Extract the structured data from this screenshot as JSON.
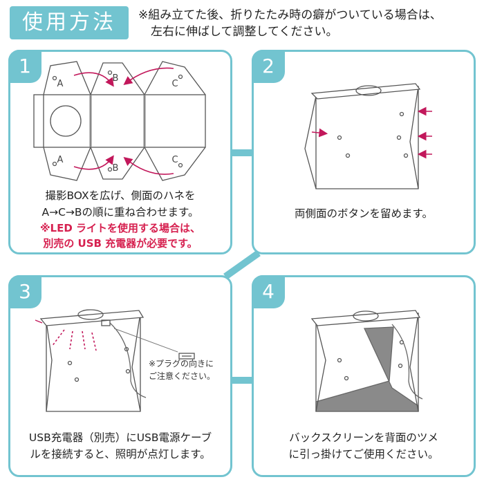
{
  "header": {
    "title": "使用方法",
    "note_line1": "※組み立てた後、折りたたみ時の癖がついている場合は、",
    "note_line2": "左右に伸ばして調整してください。"
  },
  "steps": [
    {
      "number": "1",
      "caption_line1": "撮影BOXを広げ、側面のハネを",
      "caption_line2": "A→C→Bの順に重ね合わせます。",
      "warning_line1": "※LED ライトを使用する場合は、",
      "warning_line2": "別売の USB 充電器が必要です。",
      "flap_labels": [
        "A",
        "B",
        "C",
        "A",
        "B",
        "C"
      ]
    },
    {
      "number": "2",
      "caption_line1": "両側面のボタンを留めます。"
    },
    {
      "number": "3",
      "caption_line1": "USB充電器（別売）にUSB電源ケーブ",
      "caption_line2": "ルを接続すると、照明が点灯します。",
      "callout_line1": "※プラグの向きに",
      "callout_line2": "ご注意ください。"
    },
    {
      "number": "4",
      "caption_line1": "バックスクリーンを背面のツメ",
      "caption_line2": "に引っ掛けてご使用ください。"
    }
  ],
  "colors": {
    "accent": "#72c4d0",
    "warning": "#d6204f",
    "arrow": "#c2185b",
    "screen": "#8a8a8a"
  }
}
